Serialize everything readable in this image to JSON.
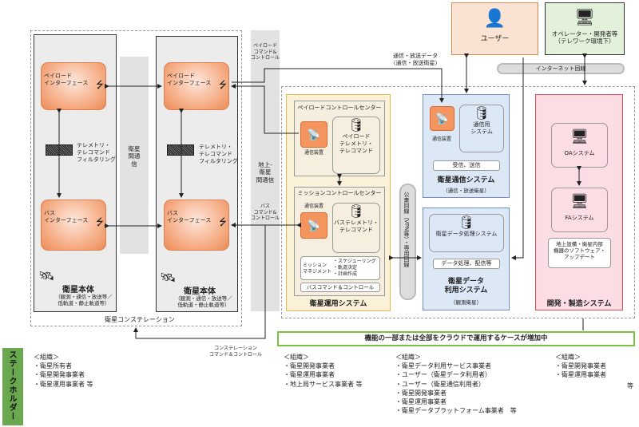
{
  "constellation": {
    "label": "衛星コンステレーション",
    "isl_label": "衛星間通信",
    "satellites": [
      {
        "payload_if": [
          "ペイロード",
          "インターフェース"
        ],
        "bus_if": [
          "バス",
          "インターフェース"
        ],
        "filter": [
          "テレメトリ・",
          "テレコマンド",
          "フィルタリング"
        ],
        "title": "衛星本体",
        "sub": [
          "（観測・通信・放送等／",
          "低軌道・静止軌道等）"
        ]
      },
      {
        "payload_if": [
          "ペイロード",
          "インターフェース"
        ],
        "bus_if": [
          "バス",
          "インターフェース"
        ],
        "filter": [
          "テレメトリ・",
          "テレコマンド",
          "フィルタリング"
        ],
        "title": "衛星本体",
        "sub": [
          "（観測・通信・放送等／",
          "低軌道・静止軌道等）"
        ]
      }
    ]
  },
  "ground_band": {
    "payload_cc": [
      "ペイロード",
      "コマンド&",
      "コントロール"
    ],
    "gs": [
      "地上-",
      "衛星",
      "間通信"
    ],
    "bus_cc": [
      "バス",
      "コマンド&",
      "コントロール"
    ]
  },
  "links": {
    "comm_data": [
      "通信・放送データ",
      "（通信・放送衛星）"
    ],
    "constellation_cc": [
      "コンステレーション",
      "コマンド＆コントロール"
    ],
    "internet": "インターネット回線",
    "vpn": "公衆回線（VPN等）・専用回線"
  },
  "user": {
    "label": "ユーザー"
  },
  "operator": {
    "label": [
      "オペレーター・開発者等",
      "（テレワーク環境下）"
    ]
  },
  "ops": {
    "title": "衛星運用システム",
    "pcc": {
      "title": "ペイロードコントロールセンター",
      "device": "通信装置",
      "system": [
        "ペイロード",
        "テレメトリ・",
        "テレコマンド"
      ]
    },
    "mcc": {
      "title": "ミッションコントロールセンター",
      "device": "通信装置",
      "system": [
        "バステレメトリ・",
        "テレコマンド"
      ],
      "mission": [
        "ミッション",
        "マネジメント"
      ],
      "mission_items": [
        "・スケジューリング",
        "・軌道決定",
        "・計画作成"
      ],
      "bus": "バスコマンド＆コントロール"
    }
  },
  "comm_sys": {
    "title": "衛星通信システム",
    "sub": "（通信・放送衛星）",
    "device": "通信装置",
    "system": [
      "通信用",
      "システム"
    ],
    "func": "受信、送信"
  },
  "data_sys": {
    "title": [
      "衛星データ",
      "利用システム"
    ],
    "sub": "（観測衛星）",
    "system": "衛星データ処理システム",
    "func": "データ処理、配信等"
  },
  "dev_sys": {
    "title": "開発・製造システム",
    "oa": "OAシステム",
    "fa": "FAシステム",
    "func": [
      "地上設備・衛星内部",
      "機器のソフトウェア・",
      "アップデート"
    ]
  },
  "banner": "機能の一部または全部をクラウドで運用するケースが増加中",
  "stakeholders": {
    "label": "ステークホルダー",
    "groups": [
      {
        "head": "＜組織＞",
        "items": [
          "・衛星所有者",
          "・衛星開発事業者",
          "・衛星運用事業者 等"
        ]
      },
      {
        "head": "＜組織＞",
        "items": [
          "・衛星開発事業者",
          "・衛星運用事業者",
          "・地上局サービス事業者 等"
        ]
      },
      {
        "head": "＜組織＞",
        "items": [
          "・衛星データ利用サービス事業者",
          "・ユーザー（衛星データ利用者）",
          "・ユーザー（衛星通信利用者）",
          "・衛星開発事業者",
          "・衛星運用事業者",
          "・衛星データプラットフォーム事業者　等"
        ]
      },
      {
        "head": "＜組織＞",
        "items": [
          "・衛星開発事業者",
          "・衛星運用事業者"
        ],
        "tail": "等"
      }
    ]
  },
  "colors": {
    "orange": "#f4955f",
    "ops": "#e9b84a",
    "comm": "#6f8fbf",
    "dev": "#e04a5a",
    "banner": "#7dc143",
    "stake": "#6aa84f"
  }
}
